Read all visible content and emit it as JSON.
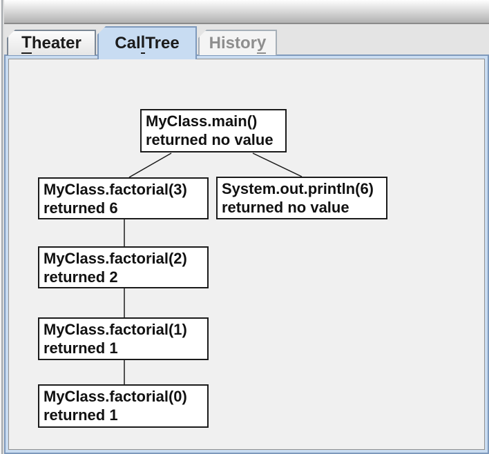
{
  "tabs": [
    {
      "label": "Theater",
      "pre": "",
      "mnemonic": "T",
      "post": "heater",
      "state": "enabled"
    },
    {
      "label": "Call Tree",
      "pre": "Cal",
      "mnemonic": "l",
      "post": " Tree",
      "state": "selected"
    },
    {
      "label": "History",
      "pre": "Histor",
      "mnemonic": "y",
      "post": "",
      "state": "disabled"
    }
  ],
  "call_tree": {
    "nodes": [
      {
        "id": "main",
        "title": "MyClass.main()",
        "result": "returned no value"
      },
      {
        "id": "factorial-3",
        "title": "MyClass.factorial(3)",
        "result": "returned 6"
      },
      {
        "id": "println-6",
        "title": "System.out.println(6)",
        "result": "returned no value"
      },
      {
        "id": "factorial-2",
        "title": "MyClass.factorial(2)",
        "result": "returned 2"
      },
      {
        "id": "factorial-1",
        "title": "MyClass.factorial(1)",
        "result": "returned 1"
      },
      {
        "id": "factorial-0",
        "title": "MyClass.factorial(0)",
        "result": "returned 1"
      }
    ],
    "edges": [
      {
        "from": "main",
        "to": "factorial-3"
      },
      {
        "from": "main",
        "to": "println-6"
      },
      {
        "from": "factorial-3",
        "to": "factorial-2"
      },
      {
        "from": "factorial-2",
        "to": "factorial-1"
      },
      {
        "from": "factorial-1",
        "to": "factorial-0"
      }
    ]
  },
  "colors": {
    "selected_tab_fill": "#C8DCF2",
    "tab_border_blue": "#7E99BC",
    "content_border_light_blue": "#C9DCF1",
    "disabled_tab_text": "#8E8E8E",
    "content_background": "#F0F0F0",
    "node_fill": "#FFFFFF",
    "node_border": "#1A1A1A"
  }
}
